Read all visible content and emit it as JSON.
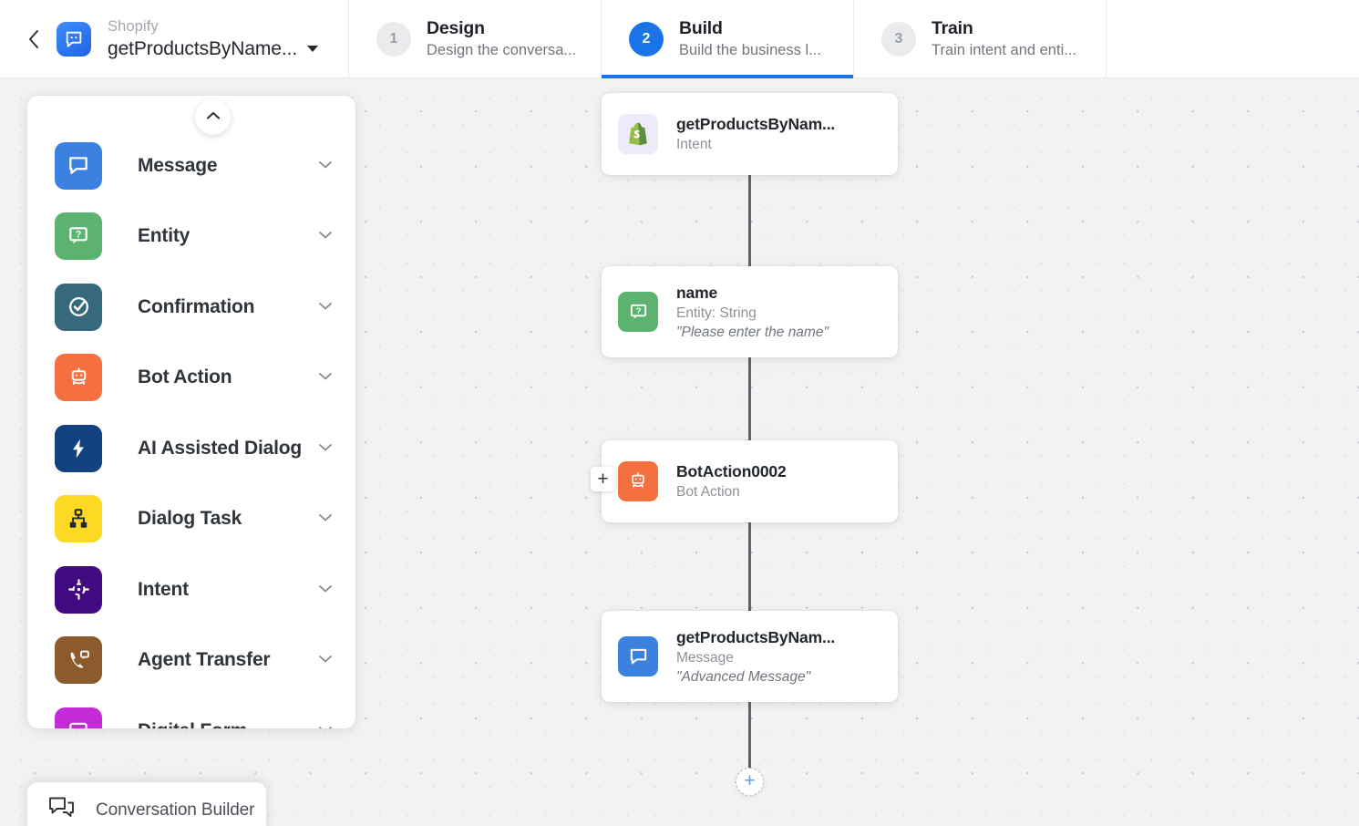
{
  "header": {
    "back_icon": "chevron-left-icon",
    "logo_icon": "chat-bubble-app-logo",
    "breadcrumb_parent": "Shopify",
    "title": "getProductsByName...",
    "dropdown_icon": "caret-down-icon",
    "steps": [
      {
        "num": "1",
        "title": "Design",
        "subtitle": "Design the conversa...",
        "active": false
      },
      {
        "num": "2",
        "title": "Build",
        "subtitle": "Build the business l...",
        "active": true
      },
      {
        "num": "3",
        "title": "Train",
        "subtitle": "Train intent and enti...",
        "active": false
      }
    ]
  },
  "palette": {
    "collapse_icon": "chevron-up-icon",
    "items": [
      {
        "label": "Message",
        "icon": "message-bubble-icon",
        "color": "#3B82E0",
        "chevron": "chevron-down-icon"
      },
      {
        "label": "Entity",
        "icon": "entity-question-icon",
        "color": "#5CB370",
        "chevron": "chevron-down-icon"
      },
      {
        "label": "Confirmation",
        "icon": "check-circle-icon",
        "color": "#36697C",
        "chevron": "chevron-down-icon"
      },
      {
        "label": "Bot Action",
        "icon": "robot-icon",
        "color": "#F4713F",
        "chevron": "chevron-down-icon"
      },
      {
        "label": "AI Assisted Dialog",
        "icon": "lightning-bolt-icon",
        "color": "#134281",
        "chevron": "chevron-down-icon"
      },
      {
        "label": "Dialog Task",
        "icon": "flow-nodes-icon",
        "color": "#FCD924",
        "chevron": "chevron-down-icon"
      },
      {
        "label": "Intent",
        "icon": "target-crosshair-icon",
        "color": "#420A80",
        "chevron": "chevron-down-icon"
      },
      {
        "label": "Agent Transfer",
        "icon": "phone-chat-icon",
        "color": "#8C5A2B",
        "chevron": "chevron-down-icon"
      },
      {
        "label": "Digital Form",
        "icon": "form-document-icon",
        "color": "#C32BD6",
        "chevron": "chevron-down-icon"
      }
    ]
  },
  "flow": {
    "nodes": [
      {
        "title": "getProductsByNam...",
        "subtitle": "Intent",
        "quote": "",
        "icon": "shopify-bag-icon",
        "color": "#EDEBFA",
        "has_plus": false
      },
      {
        "title": "name",
        "subtitle": "Entity: String",
        "quote": "\"Please enter the name\"",
        "icon": "entity-question-icon",
        "color": "#5CB370",
        "has_plus": false
      },
      {
        "title": "BotAction0002",
        "subtitle": "Bot Action",
        "quote": "",
        "icon": "robot-icon",
        "color": "#F4713F",
        "has_plus": true
      },
      {
        "title": "getProductsByNam...",
        "subtitle": "Message",
        "quote": "\"Advanced Message\"",
        "icon": "message-bubble-icon",
        "color": "#3B82E0",
        "has_plus": false
      }
    ],
    "add_node_icon": "plus-icon",
    "plus_tag_label": "+",
    "add_circle_label": "+"
  },
  "bottom_bar": {
    "label": "Conversation Builder",
    "icon": "dual-chat-bubble-icon"
  },
  "colors": {
    "accent": "#1a73e8",
    "canvas_bg": "#f1f2f3",
    "edge": "#5f6368"
  }
}
